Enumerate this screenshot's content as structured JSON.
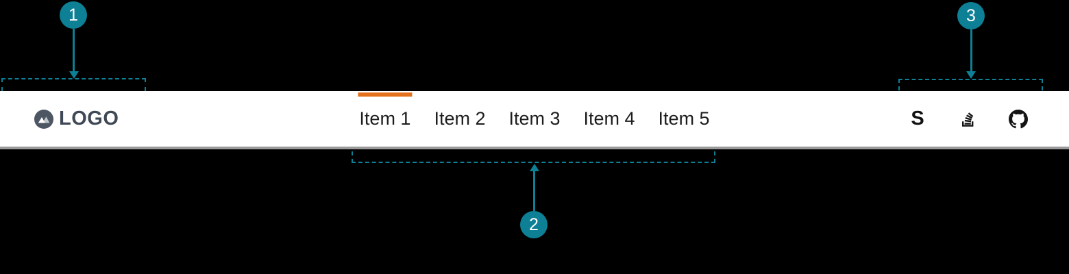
{
  "navbar": {
    "logo": {
      "text": "LOGO"
    },
    "items": [
      {
        "label": "Item 1",
        "active": true
      },
      {
        "label": "Item 2",
        "active": false
      },
      {
        "label": "Item 3",
        "active": false
      },
      {
        "label": "Item 4",
        "active": false
      },
      {
        "label": "Item 5",
        "active": false
      }
    ],
    "social": [
      {
        "name": "stack-exchange",
        "glyph": "S"
      },
      {
        "name": "stack-overflow"
      },
      {
        "name": "github"
      }
    ]
  },
  "annotations": {
    "callouts": [
      {
        "number": "1",
        "target": "logo-region"
      },
      {
        "number": "2",
        "target": "nav-items-region"
      },
      {
        "number": "3",
        "target": "social-icons-region"
      }
    ]
  },
  "colors": {
    "background": "#000000",
    "navbar_background": "#ffffff",
    "navbar_border": "#9a9a9a",
    "accent_teal": "#0e8095",
    "active_orange": "#e4711c",
    "logo_circle": "#4d5663",
    "logo_text": "#3f4855",
    "nav_text": "#1d1d1d"
  }
}
